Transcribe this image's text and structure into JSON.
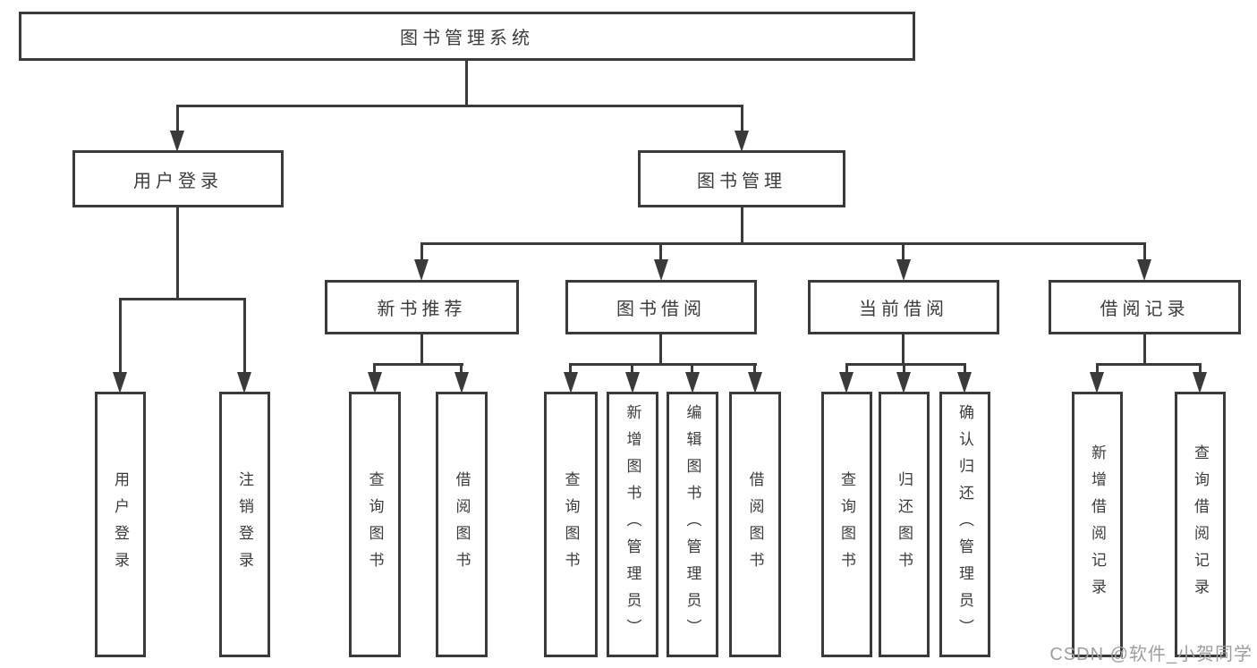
{
  "tree": {
    "label": "图书管理系统",
    "children": [
      {
        "label": "用户登录",
        "children": [
          {
            "label": "用户登录"
          },
          {
            "label": "注销登录"
          }
        ]
      },
      {
        "label": "图书管理",
        "children": [
          {
            "label": "新书推荐",
            "children": [
              {
                "label": "查询图书"
              },
              {
                "label": "借阅图书"
              }
            ]
          },
          {
            "label": "图书借阅",
            "children": [
              {
                "label": "查询图书"
              },
              {
                "label": "新增图书（管理员）"
              },
              {
                "label": "编辑图书（管理员）"
              },
              {
                "label": "借阅图书"
              }
            ]
          },
          {
            "label": "当前借阅",
            "children": [
              {
                "label": "查询图书"
              },
              {
                "label": "归还图书"
              },
              {
                "label": "确认归还（管理员）"
              }
            ]
          },
          {
            "label": "借阅记录",
            "children": [
              {
                "label": "新增借阅记录"
              },
              {
                "label": "查询借阅记录"
              }
            ]
          }
        ]
      }
    ]
  },
  "watermark": {
    "text": "CSDN @软件_小贺同学"
  },
  "colors": {
    "line": "#3a3a3a",
    "text": "#3c3c3c",
    "watermark": "#9e9e9e",
    "background": "#ffffff"
  }
}
